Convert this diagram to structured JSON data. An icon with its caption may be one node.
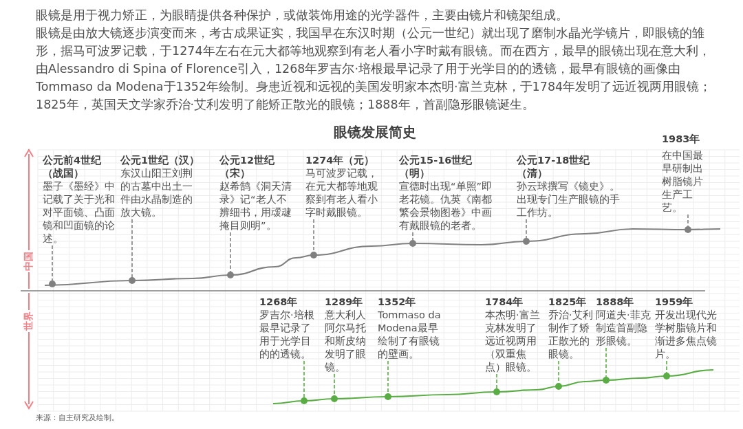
{
  "diagram": {
    "title": "眼镜发展简史",
    "nodes": [
      {
        "text": [
          "公元前4世纪（战国）",
          "墨子《墨经》中记载了关于光和对平面镜、凸面镜和凹面镜的论述。"
        ]
      },
      {
        "text": [
          "公元1世纪（汉）",
          "东汉山阳王刘荆的古墓中出土一件由水晶制造的放大镜。"
        ]
      },
      {
        "text": [
          "公元12世纪（宋）",
          "赵希鹄《洞天清录》记“老人不辨细书，用叆叇掩目则明”。"
        ]
      },
      {
        "text": [
          "1274年（元）",
          "马可波罗记载，在元大都等地观察到有老人看小字时戴眼镜。"
        ]
      },
      {
        "text": [
          "公元15-16世纪（明）",
          "宣德时出现“单照”即老花镜。仇英《南都繁会景物图卷》中画有戴眼镜的老者。"
        ]
      },
      {
        "text": [
          "公元17-18世纪（清）",
          "孙云球撰写《镜史》。出现专门生产眼镜的手工作坊。"
        ]
      },
      {
        "text": [
          "1983年",
          "在中国最早研制出树脂镜片生产工艺。"
        ]
      },
      {
        "text": [],
        "shape": "circle"
      },
      {
        "text": [],
        "shape": "circle"
      },
      {
        "text": [],
        "shape": "circle"
      },
      {
        "text": [],
        "shape": "circle"
      },
      {
        "text": [],
        "shape": "circle"
      },
      {
        "text": [],
        "shape": "circle"
      },
      {
        "text": [],
        "shape": "circle"
      },
      {
        "text": [
          "1268年",
          "罗吉尔·培根最早记录了用于光学目的的透镜。"
        ]
      },
      {
        "text": [
          "1289年",
          "意大利人阿尔马托和斯皮纳发明了眼镜。"
        ]
      },
      {
        "text": [
          "1352年",
          "Tommaso da Modena最早绘制了有眼镜的壁画。"
        ]
      },
      {
        "text": [
          "1784年",
          "本杰明·富兰克林发明了远近视两用（双重焦点）眼镜。"
        ]
      },
      {
        "text": [
          "1825年",
          "乔治·艾利制作了矫正散光的眼镜。"
        ]
      },
      {
        "text": [
          "1888年",
          "阿道夫·菲克制造首副隐形眼镜。"
        ]
      },
      {
        "text": [
          "1959年",
          "开发出现代光学树脂镜片和渐进多焦点镜片。"
        ]
      },
      {
        "text": [],
        "shape": "circle"
      },
      {
        "text": [],
        "shape": "circle"
      },
      {
        "text": [],
        "shape": "circle"
      },
      {
        "text": [],
        "shape": "circle"
      },
      {
        "text": [],
        "shape": "circle"
      },
      {
        "text": [],
        "shape": "circle"
      },
      {
        "text": [],
        "shape": "circle"
      }
    ],
    "edges": [
      {
        "from": 0,
        "to": 7,
        "arrow": "none",
        "style": "dashed",
        "color": "#808080"
      },
      {
        "from": 1,
        "to": 8,
        "arrow": "none",
        "style": "dashed",
        "color": "#808080"
      },
      {
        "from": 2,
        "to": 9,
        "arrow": "none",
        "style": "dashed",
        "color": "#808080"
      },
      {
        "from": 3,
        "to": 10,
        "arrow": "none",
        "style": "dashed",
        "color": "#808080"
      },
      {
        "from": 4,
        "to": 11,
        "arrow": "none",
        "style": "dashed",
        "color": "#808080"
      },
      {
        "from": 5,
        "to": 12,
        "arrow": "none",
        "style": "dashed",
        "color": "#808080"
      },
      {
        "from": 6,
        "to": 13,
        "arrow": "none",
        "style": "dashed",
        "color": "#808080"
      },
      {
        "from": 14,
        "to": 21,
        "arrow": "none",
        "style": "dashed"
      },
      {
        "from": 15,
        "to": 22,
        "arrow": "none",
        "style": "dashed"
      },
      {
        "from": 16,
        "to": 23,
        "arrow": "none",
        "style": "dashed"
      },
      {
        "from": 17,
        "to": 24,
        "arrow": "none",
        "style": "dashed"
      },
      {
        "from": 18,
        "to": 25,
        "arrow": "none",
        "style": "dashed"
      },
      {
        "from": 19,
        "to": 26,
        "arrow": "none",
        "style": "dashed"
      },
      {
        "from": 20,
        "to": 27,
        "arrow": "none",
        "style": "dashed"
      }
    ],
    "labels": [
      "眼镜是用于视力矫正，为眼睛提供各种保护，或做装饰用途的光学器件，主要由镜片和镜架组成。",
      "眼镜是由放大镜逐步演变而来，考古成果证实，我国早在东汉时期（公元一世纪）就出现了磨制水晶光学镜片，即眼镜的雏形，据马可波罗记载，于1274年左右在元大都等地观察到有老人看小字时戴有眼镜。而在西方，最早的眼镜出现在意大利，由Alessandro di Spina of Florence引入，1268年罗吉尔·培根最早记录了用于光学目的的透镜，最早有眼镜的画像由Tommaso da Modena于1352年绘制。身患近视和远视的美国发明家本杰明·富兰克林，于1784年发明了远近视两用眼镜；1825年，英国天文学家乔治·艾利发明了能矫正散光的眼镜；1888年，首副隐形眼镜诞生。",
      "中国",
      "世界",
      "来源：自主研究及绘制。"
    ]
  }
}
